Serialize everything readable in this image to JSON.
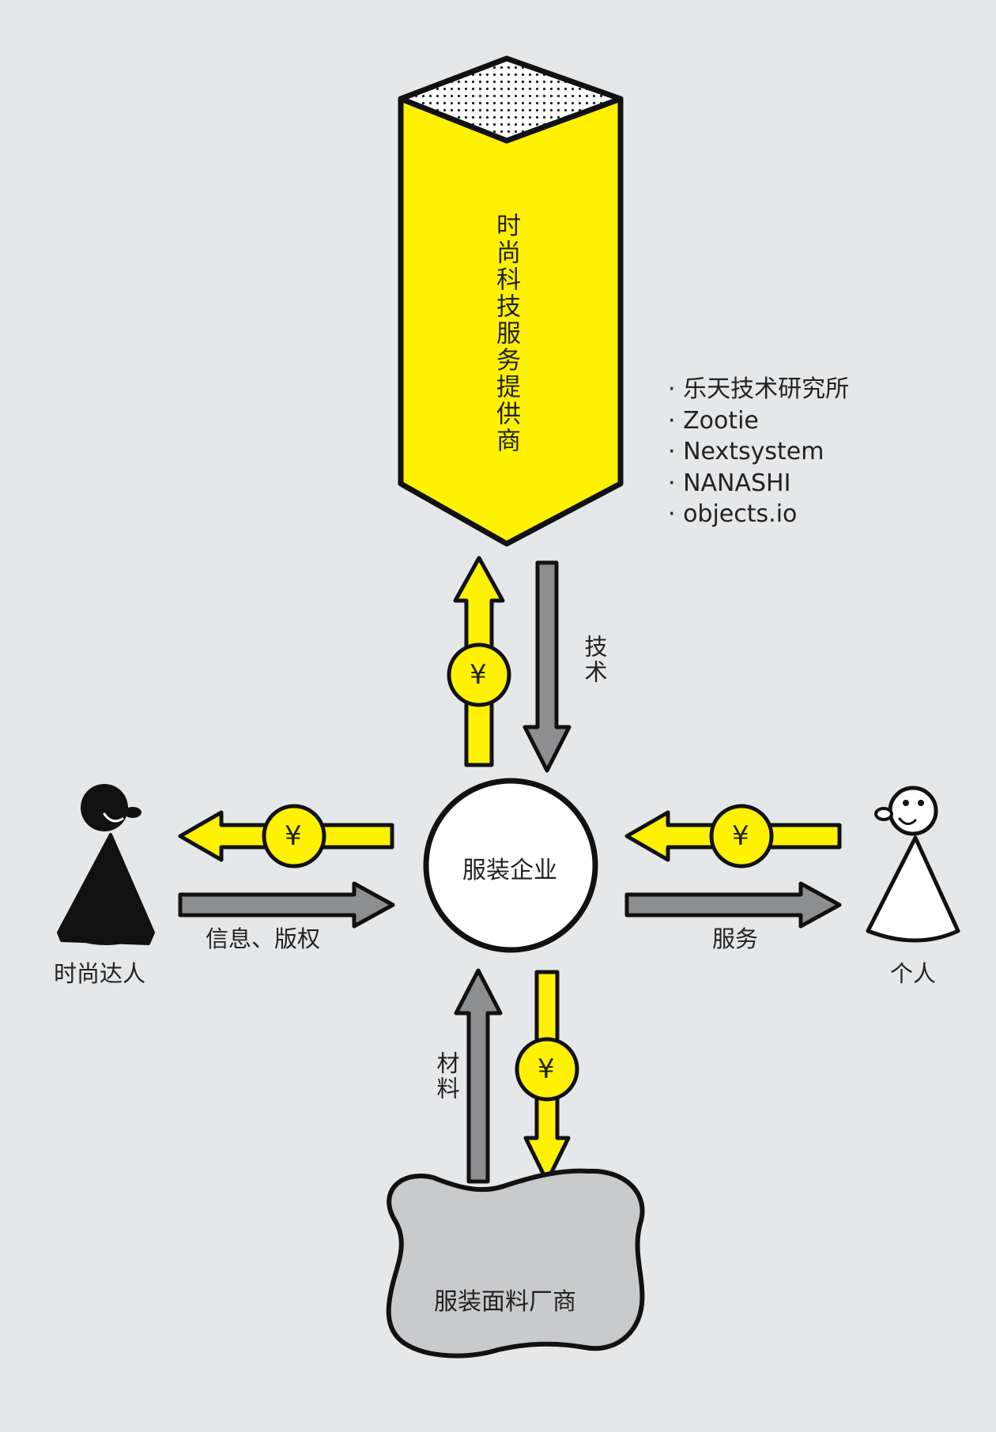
{
  "provider": {
    "label": "时尚科技服务提供商",
    "examples": [
      "乐天技术研究所",
      "Zootie",
      "Nextsystem",
      "NANASHI",
      "objects.io"
    ]
  },
  "center": {
    "label": "服装企业"
  },
  "left_actor": {
    "label": "时尚达人",
    "flow_label": "信息、版权"
  },
  "right_actor": {
    "label": "个人",
    "flow_label": "服务"
  },
  "top_flow_label": "技术",
  "bottom_flow_label": "材料",
  "supplier": {
    "label": "服装面料厂商"
  },
  "money_symbol": "¥",
  "colors": {
    "background": "#e6e7e9",
    "yellow": "#fff200",
    "gray": "#8d8e90",
    "outline": "#111111",
    "cloud": "#c9cacc"
  }
}
